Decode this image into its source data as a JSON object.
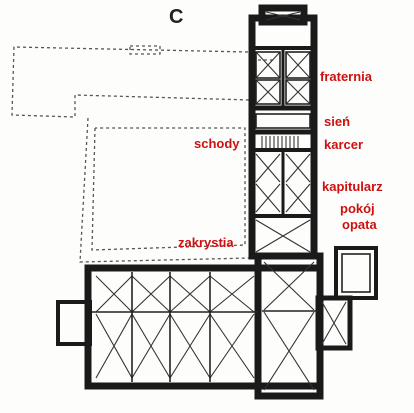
{
  "diagram": {
    "section_letter": "C",
    "label_color": "#cc1111",
    "wall_color": "#1a1a1a",
    "labels": {
      "fraternia": "fraternia",
      "sien": "sień",
      "karcer": "karcer",
      "schody": "schody",
      "kapitularz": "kapitularz",
      "pokoj": "pokój",
      "opata": "opata",
      "zakrystia": "zakrystia"
    }
  }
}
